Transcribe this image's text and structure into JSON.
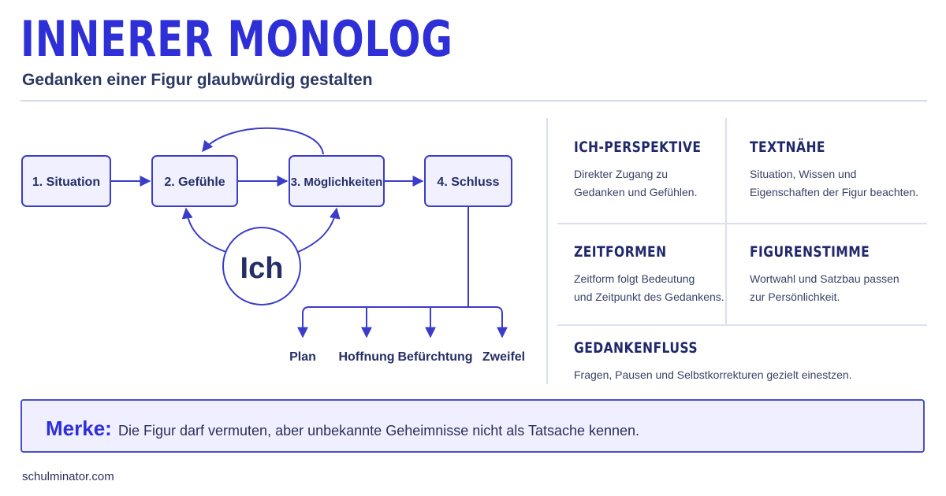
{
  "header": {
    "title": "INNERER MONOLOG",
    "subtitle": "Gedanken einer Figur glaubwürdig gestalten"
  },
  "flow": {
    "steps": [
      "1. Situation",
      "2. Gefühle",
      "3. Möglichkeiten",
      "4. Schluss"
    ],
    "center": "Ich",
    "branches": [
      "Plan",
      "Hoffnung",
      "Befürchtung",
      "Zweifel"
    ]
  },
  "cards": [
    {
      "title": "ICH-PERSPEKTIVE",
      "text": "Direkter Zugang zu\nGedanken und Gefühlen."
    },
    {
      "title": "TEXTNÄHE",
      "text": "Situation, Wissen und\nEigenschaften der Figur beachten."
    },
    {
      "title": "ZEITFORMEN",
      "text": "Zeitform folgt Bedeutung\nund Zeitpunkt des Gedankens."
    },
    {
      "title": "FIGURENSTIMME",
      "text": "Wortwahl und Satzbau passen\nzur Persönlichkeit."
    },
    {
      "title": "GEDANKENFLUSS",
      "text": "Fragen, Pausen und Selbstkorrekturen gezielt einestzen."
    }
  ],
  "note": {
    "label": "Merke:",
    "text": "Die Figur darf vermuten, aber unbekannte Geheimnisse nicht als Tatsache kennen."
  },
  "footer": {
    "site": "schulminator.com"
  },
  "colors": {
    "accent": "#2e2fd6",
    "box_fill": "#f0f0ff",
    "stroke": "#3b3dc8",
    "text": "#252f66"
  }
}
